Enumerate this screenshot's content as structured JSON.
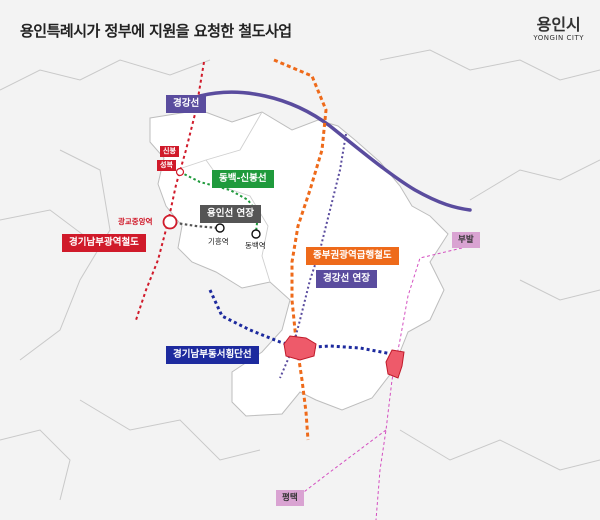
{
  "title": "용인특례시가 정부에 지원을 요청한 철도사업",
  "logo": {
    "korean": "용인시",
    "english": "YONGIN CITY"
  },
  "lines": {
    "gyeonggang": "경강선",
    "dongbaek_sinbong": "동백-신봉선",
    "yongin_ext": "용인선 연장",
    "gyeonggi_nambu": "경기남부광역철도",
    "jungbu": "중부권광역급행철도",
    "gyeonggang_ext": "경강선 연장",
    "dongseo": "경기남부동서횡단선"
  },
  "stations": {
    "sinbong": "신봉",
    "seongbok": "성복",
    "gwanggyo": "광교중앙역",
    "giheung": "기흥역",
    "dongbaek": "동백역"
  },
  "directions": {
    "bubal": "부발",
    "pyeongtaek": "평택"
  },
  "colors": {
    "gyeonggang": "#5a4c9e",
    "gyeonggi_nambu": "#d01a2a",
    "dongbaek_sinbong": "#1f9a3c",
    "yongin_ext": "#555555",
    "jungbu": "#ee6a1a",
    "dongseo": "#1d2a9e",
    "bubal": "#d44fc0"
  }
}
